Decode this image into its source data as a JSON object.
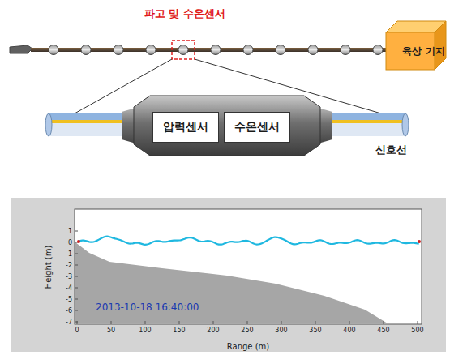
{
  "diagram": {
    "nodes": [
      {
        "text": [
          "육상 기지"
        ]
      },
      {
        "text": [
          "압력센서"
        ]
      },
      {
        "text": [
          "수온센서"
        ]
      }
    ],
    "labels": [
      "파고 및 수온센서",
      "신호선",
      "2013-10-18 16:40:00",
      "Height (m)",
      "Range (m)",
      "1",
      "0",
      "-1",
      "-2",
      "-3",
      "-4",
      "-5",
      "-6",
      "-7",
      "0",
      "50",
      "100",
      "150",
      "200",
      "250",
      "300",
      "350",
      "400",
      "450",
      "500"
    ]
  }
}
